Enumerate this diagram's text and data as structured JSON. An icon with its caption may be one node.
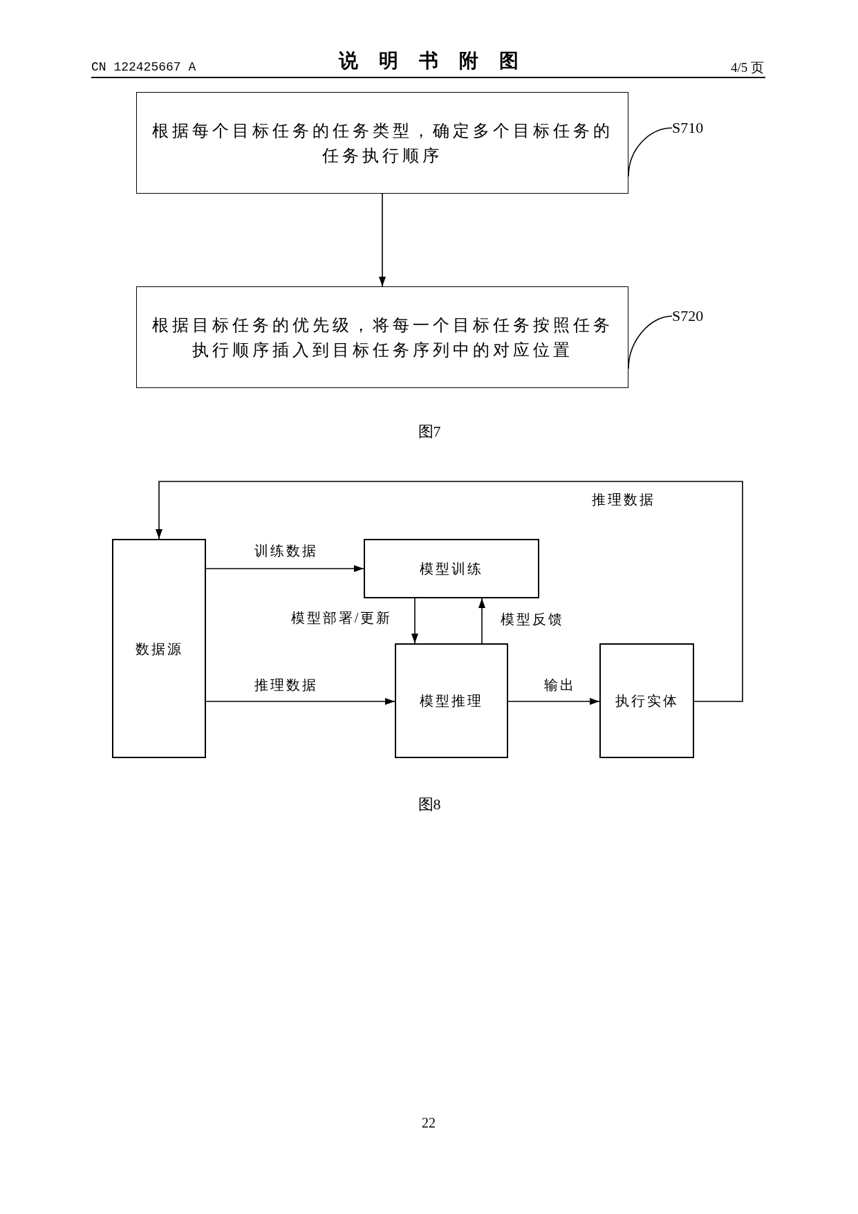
{
  "diagram": {
    "title": "说明书附图",
    "nodes": [
      {
        "text": [
          "根据每个目标任务的任务类型，确定多个目标任务的任务执行顺序"
        ]
      },
      {
        "text": [
          "S710"
        ]
      },
      {
        "text": [
          "根据目标任务的优先级，将每一个目标任务按照任务执行顺序插入到目标任务序列中的对应位置"
        ]
      },
      {
        "text": [
          "S720"
        ]
      },
      {
        "text": [
          "数据源"
        ]
      },
      {
        "text": [
          "模型训练"
        ]
      },
      {
        "text": [
          "模型推理"
        ]
      },
      {
        "text": [
          "执行实体"
        ]
      }
    ],
    "edges": [
      {
        "from": 0,
        "to": 2,
        "arrow": "to"
      },
      {
        "from": 1,
        "to": 0,
        "arrow": "none"
      },
      {
        "from": 3,
        "to": 2,
        "arrow": "none"
      },
      {
        "from": 4,
        "to": 5,
        "arrow": "to",
        "label": "训练数据"
      },
      {
        "from": 4,
        "to": 6,
        "arrow": "to",
        "label": "推理数据"
      },
      {
        "from": 5,
        "to": 6,
        "arrow": "to",
        "label": "模型部署/更新"
      },
      {
        "from": 6,
        "to": 5,
        "arrow": "to",
        "label": "模型反馈"
      },
      {
        "from": 6,
        "to": 7,
        "arrow": "to",
        "label": "输出"
      },
      {
        "from": 7,
        "to": 4,
        "arrow": "to",
        "label": "推理数据"
      }
    ],
    "labels": [
      "CN 122425667 A",
      "4/5 页",
      "图7",
      "图8",
      "22"
    ]
  }
}
